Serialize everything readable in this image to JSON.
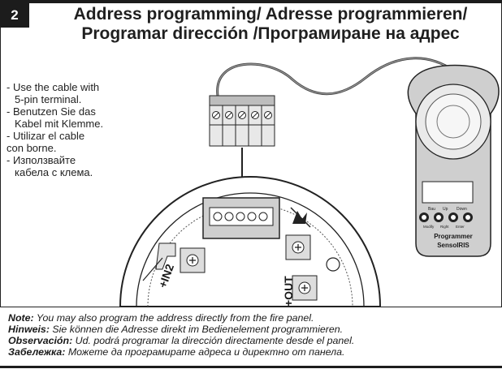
{
  "step_number": "2",
  "title": {
    "line1": "Address programming/ Adresse programmieren/",
    "line2": "Programar dirección /Програмиране на адрес"
  },
  "instructions": [
    {
      "line1": "- Use the cable with",
      "line2": "5-pin terminal."
    },
    {
      "line1": "- Benutzen Sie das",
      "line2": "Kabel mit Klemme."
    },
    {
      "line1": "- Utilizar el cable",
      "line2": "con borne."
    },
    {
      "line1": "- Използвайте",
      "line2": "кабела с клема."
    }
  ],
  "device_labels": {
    "in2": "+IN2",
    "out": "+OUT",
    "programmer_name": "Programmer",
    "programmer_brand": "SensoIRIS",
    "btn_labels": [
      "Bau",
      "Up",
      "Down"
    ],
    "btn_labels_low": [
      "Modify",
      "Right",
      "Enter"
    ]
  },
  "notes": [
    {
      "label": "Note:",
      "text": " You may also program the address directly from the fire panel."
    },
    {
      "label": "Hinweis:",
      "text": " Sie können die Adresse direkt im Bedienelement programmieren."
    },
    {
      "label": "Observación:",
      "text": " Ud. podrá programar la dirección directamente desde el panel."
    },
    {
      "label": "Забележка:",
      "text": " Можете да програмирате адреса и директно от панела."
    }
  ],
  "colors": {
    "frame": "#1c1c1c",
    "device_fill": "#d6d6d6",
    "programmer_fill": "#cfcfcf",
    "terminal_fill": "#bdbdbd"
  }
}
